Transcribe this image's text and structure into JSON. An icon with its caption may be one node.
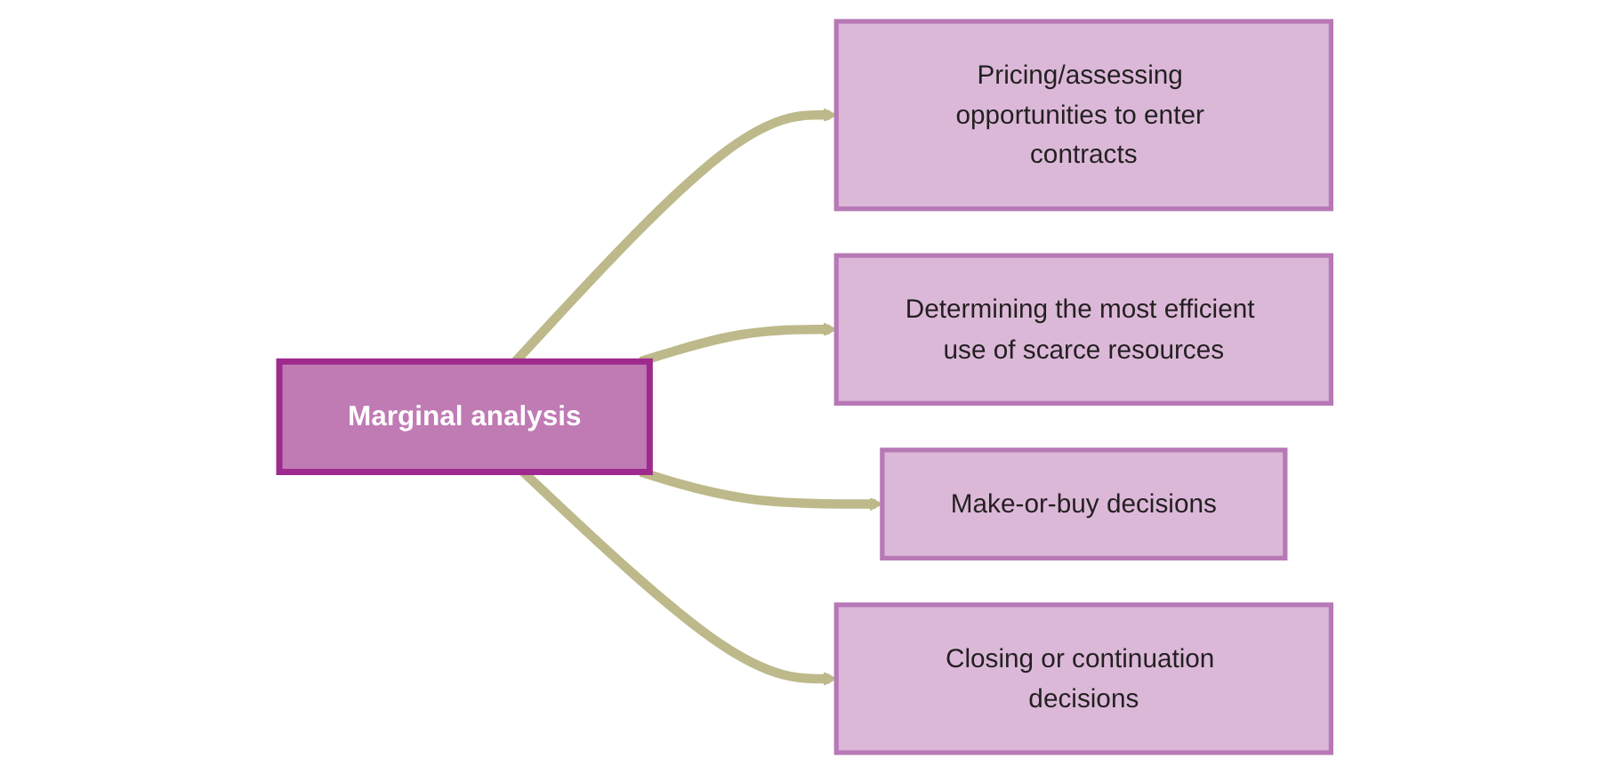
{
  "diagram": {
    "nodes": [
      {
        "text": [
          "Pricing/assessing opportunities to enter contracts"
        ]
      },
      {
        "text": [
          "Determining the most efficient use of scarce resources"
        ]
      },
      {
        "text": [
          "Marginal analysis"
        ]
      },
      {
        "text": [
          "Make-or-buy decisions"
        ]
      },
      {
        "text": [
          "Closing or continuation decisions"
        ]
      }
    ],
    "edges": [
      {
        "from": 2,
        "to": 0,
        "arrow": "to"
      },
      {
        "from": 2,
        "to": 1,
        "arrow": "to"
      },
      {
        "from": 2,
        "to": 3,
        "arrow": "to"
      },
      {
        "from": 2,
        "to": 4,
        "arrow": "to"
      }
    ]
  }
}
